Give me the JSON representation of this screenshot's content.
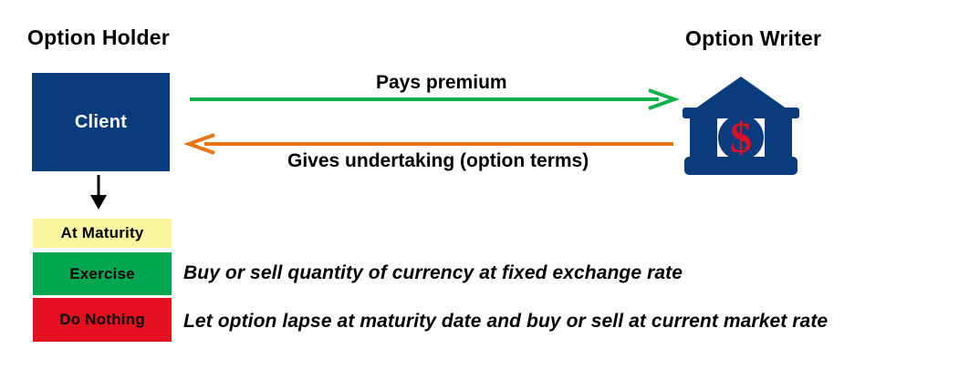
{
  "diagram": {
    "title_left": "Option Holder",
    "title_right": "Option Writer",
    "client_box": {
      "label": "Client",
      "fill": "#0A3B7C",
      "text_color": "#FFFFFF"
    },
    "writer_icon": {
      "name": "bank-icon",
      "body_color": "#0A3B7C",
      "symbol": "$",
      "symbol_color": "#D81128"
    },
    "flows": [
      {
        "id": "pays-premium",
        "label": "Pays premium",
        "direction": "left-to-right",
        "color": "#0DB14B"
      },
      {
        "id": "gives-undertaking",
        "label": "Gives undertaking (option terms)",
        "direction": "right-to-left",
        "color": "#E87511"
      }
    ],
    "down_connector": {
      "name": "down-arrow",
      "color": "#000000"
    },
    "outcomes": [
      {
        "id": "at-maturity",
        "label": "At Maturity",
        "fill": "#FAF6A0",
        "description": ""
      },
      {
        "id": "exercise",
        "label": "Exercise",
        "fill": "#00A650",
        "description": "Buy or sell quantity of currency at fixed exchange rate"
      },
      {
        "id": "do-nothing",
        "label": "Do Nothing",
        "fill": "#E4101F",
        "description": "Let option lapse at maturity date and buy or sell at current market rate"
      }
    ]
  }
}
